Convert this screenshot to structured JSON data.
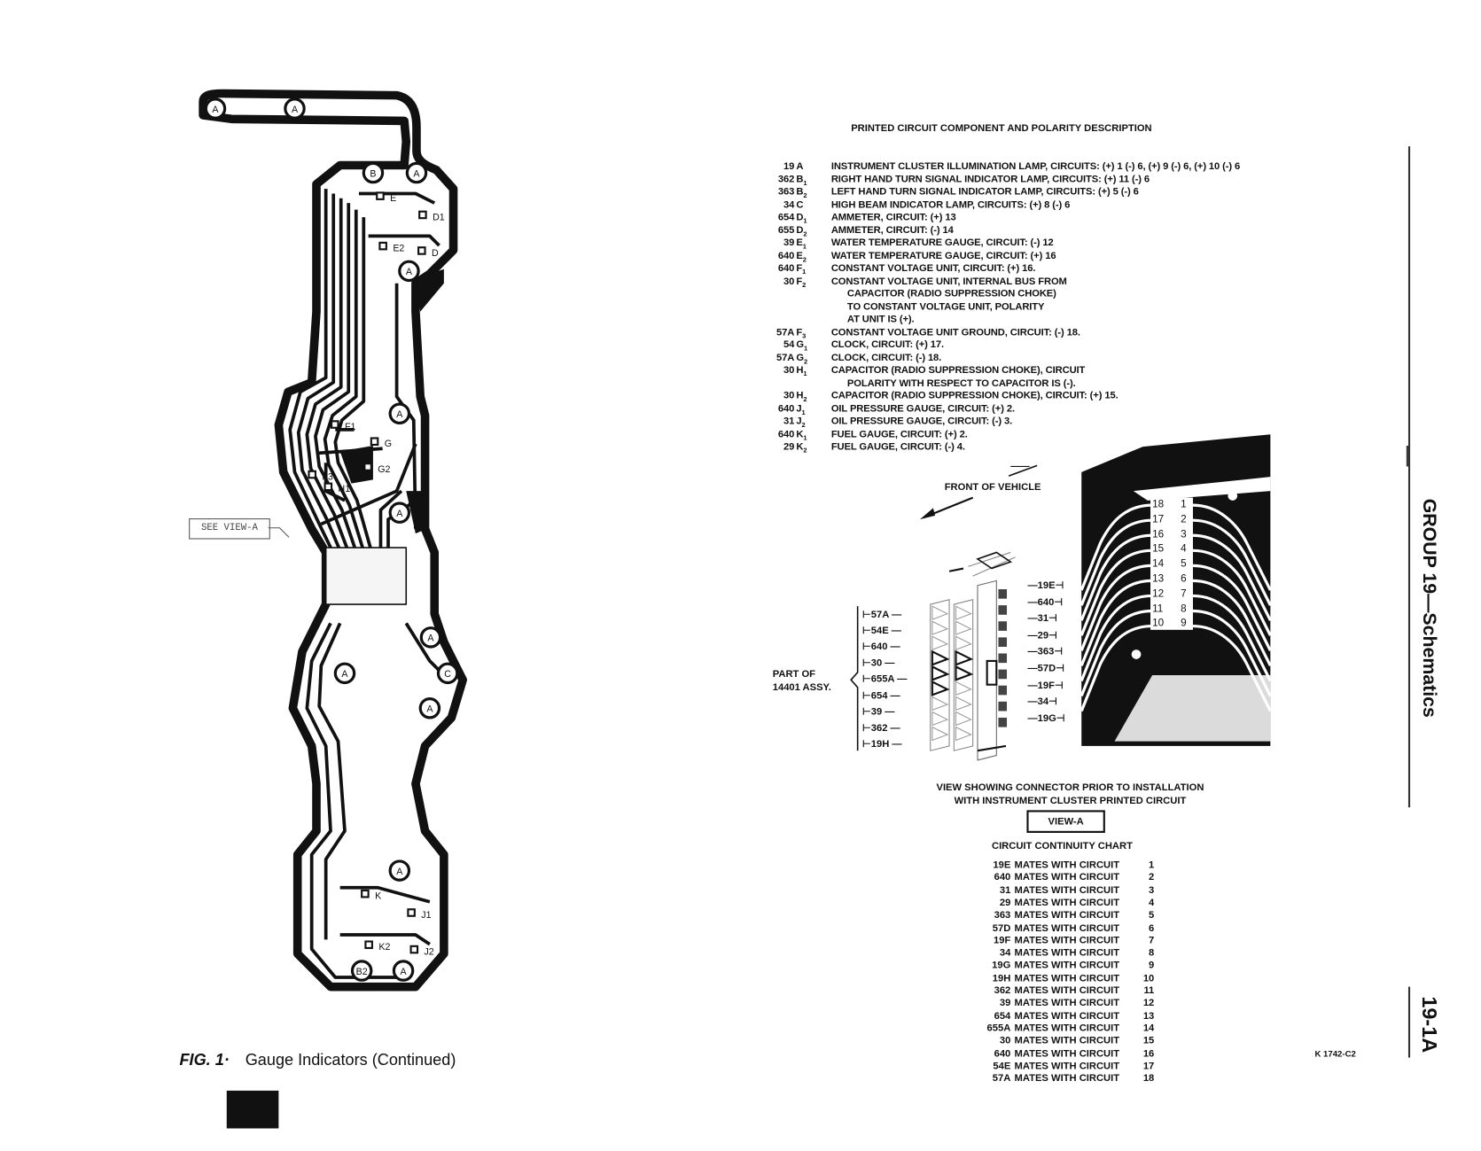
{
  "legend": {
    "title": "PRINTED CIRCUIT COMPONENT AND POLARITY DESCRIPTION",
    "rows": [
      {
        "code": "19",
        "letter": "A",
        "sub": "",
        "lines": [
          "INSTRUMENT CLUSTER ILLUMINATION LAMP, CIRCUITS: (+) 1 (-) 6, (+) 9 (-) 6, (+) 10 (-) 6"
        ]
      },
      {
        "code": "362",
        "letter": "B",
        "sub": "1",
        "lines": [
          "RIGHT HAND TURN SIGNAL INDICATOR LAMP, CIRCUITS: (+) 11 (-) 6"
        ]
      },
      {
        "code": "363",
        "letter": "B",
        "sub": "2",
        "lines": [
          "LEFT HAND TURN SIGNAL INDICATOR LAMP, CIRCUITS: (+) 5 (-) 6"
        ]
      },
      {
        "code": "34",
        "letter": "C",
        "sub": "",
        "lines": [
          "HIGH BEAM INDICATOR LAMP, CIRCUITS: (+) 8 (-) 6"
        ]
      },
      {
        "code": "654",
        "letter": "D",
        "sub": "1",
        "lines": [
          "AMMETER, CIRCUIT:  (+) 13"
        ]
      },
      {
        "code": "655",
        "letter": "D",
        "sub": "2",
        "lines": [
          "AMMETER, CIRCUIT:  (-) 14"
        ]
      },
      {
        "code": "39",
        "letter": "E",
        "sub": "1",
        "lines": [
          "WATER TEMPERATURE GAUGE, CIRCUIT:  (-) 12"
        ]
      },
      {
        "code": "640",
        "letter": "E",
        "sub": "2",
        "lines": [
          "WATER TEMPERATURE GAUGE, CIRCUIT:  (+) 16"
        ]
      },
      {
        "code": "640",
        "letter": "F",
        "sub": "1",
        "lines": [
          "CONSTANT VOLTAGE UNIT, CIRCUIT: (+) 16."
        ]
      },
      {
        "code": "30",
        "letter": "F",
        "sub": "2",
        "lines": [
          "CONSTANT VOLTAGE UNIT, INTERNAL BUS FROM",
          "CAPACITOR (RADIO SUPPRESSION CHOKE)",
          "TO CONSTANT VOLTAGE UNIT, POLARITY",
          "AT UNIT IS (+)."
        ]
      },
      {
        "code": "57A",
        "letter": "F",
        "sub": "3",
        "lines": [
          "CONSTANT VOLTAGE UNIT  GROUND, CIRCUIT: (-) 18."
        ]
      },
      {
        "code": "54",
        "letter": "G",
        "sub": "1",
        "lines": [
          "CLOCK, CIRCUIT: (+) 17."
        ]
      },
      {
        "code": "57A",
        "letter": "G",
        "sub": "2",
        "lines": [
          "CLOCK, CIRCUIT: (-) 18."
        ]
      },
      {
        "code": "30",
        "letter": "H",
        "sub": "1",
        "lines": [
          "CAPACITOR (RADIO SUPPRESSION CHOKE), CIRCUIT",
          "POLARITY WITH RESPECT TO CAPACITOR IS (-)."
        ]
      },
      {
        "code": "30",
        "letter": "H",
        "sub": "2",
        "lines": [
          "CAPACITOR (RADIO SUPPRESSION CHOKE), CIRCUIT: (+) 15."
        ]
      },
      {
        "code": "640",
        "letter": "J",
        "sub": "1",
        "lines": [
          "OIL PRESSURE GAUGE, CIRCUIT: (+) 2."
        ]
      },
      {
        "code": "31",
        "letter": "J",
        "sub": "2",
        "lines": [
          "OIL PRESSURE GAUGE, CIRCUIT: (-) 3."
        ]
      },
      {
        "code": "640",
        "letter": "K",
        "sub": "1",
        "lines": [
          "FUEL GAUGE, CIRCUIT: (+) 2."
        ]
      },
      {
        "code": "29",
        "letter": "K",
        "sub": "2",
        "lines": [
          "FUEL GAUGE, CIRCUIT: (-) 4."
        ]
      }
    ]
  },
  "connector": {
    "front_label": "FRONT OF VEHICLE",
    "part_label": [
      "PART OF",
      "14401 ASSY."
    ],
    "left_circuits": [
      "57A",
      "54E",
      "640",
      "30",
      "655A",
      "654",
      "39",
      "362",
      "19H"
    ],
    "right_circuits": [
      "19E",
      "640",
      "31",
      "29",
      "363",
      "57D",
      "19F",
      "34",
      "19G"
    ],
    "edge_numbers_left": [
      "18",
      "17",
      "16",
      "15",
      "14",
      "13",
      "12",
      "11",
      "10"
    ],
    "edge_numbers_right": [
      "1",
      "2",
      "3",
      "4",
      "5",
      "6",
      "7",
      "8",
      "9"
    ],
    "caption": [
      "VIEW SHOWING CONNECTOR PRIOR TO INSTALLATION",
      "WITH INSTRUMENT CLUSTER PRINTED CIRCUIT"
    ],
    "view_label": "VIEW-A"
  },
  "continuity": {
    "title": "CIRCUIT CONTINUITY CHART",
    "rows": [
      [
        "19E",
        "MATES WITH CIRCUIT",
        "1"
      ],
      [
        "640",
        "MATES WITH CIRCUIT",
        "2"
      ],
      [
        "31",
        "MATES WITH CIRCUIT",
        "3"
      ],
      [
        "29",
        "MATES WITH CIRCUIT",
        "4"
      ],
      [
        "363",
        "MATES WITH CIRCUIT",
        "5"
      ],
      [
        "57D",
        "MATES WITH CIRCUIT",
        "6"
      ],
      [
        "19F",
        "MATES WITH CIRCUIT",
        "7"
      ],
      [
        "34",
        "MATES WITH CIRCUIT",
        "8"
      ],
      [
        "19G",
        "MATES WITH CIRCUIT",
        "9"
      ],
      [
        "19H",
        "MATES WITH CIRCUIT",
        "10"
      ],
      [
        "362",
        "MATES WITH CIRCUIT",
        "11"
      ],
      [
        "39",
        "MATES WITH CIRCUIT",
        "12"
      ],
      [
        "654",
        "MATES WITH CIRCUIT",
        "13"
      ],
      [
        "655A",
        "MATES WITH CIRCUIT",
        "14"
      ],
      [
        "30",
        "MATES WITH CIRCUIT",
        "15"
      ],
      [
        "640",
        "MATES WITH CIRCUIT",
        "16"
      ],
      [
        "54E",
        "MATES WITH CIRCUIT",
        "17"
      ],
      [
        "57A",
        "MATES WITH CIRCUIT",
        "18"
      ]
    ]
  },
  "board": {
    "see_view": "SEE VIEW-A",
    "pads": [
      "A",
      "A",
      "B",
      "A",
      "A",
      "A",
      "A",
      "A",
      "A",
      "C",
      "A",
      "A",
      "A",
      "B2"
    ],
    "labels": [
      "E",
      "D1",
      "E2",
      "D",
      "F1",
      "G",
      "G2",
      "H1",
      "F3",
      "K",
      "J1",
      "K2",
      "J2"
    ]
  },
  "figure": {
    "number": "FIG. 1·",
    "caption": "Gauge Indicators (Continued)"
  },
  "figure_code": "K 1742-C2",
  "sidebar": {
    "group_title": "GROUP 19—Schematics",
    "page_number": "19-1A"
  },
  "colors": {
    "ink": "#111111",
    "paper": "#ffffff"
  }
}
